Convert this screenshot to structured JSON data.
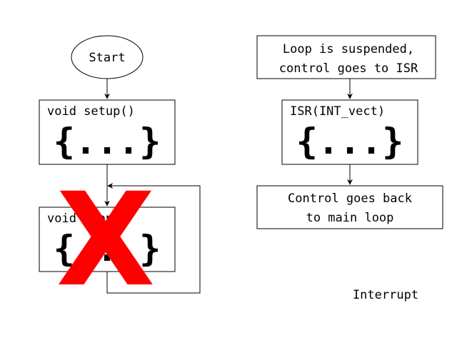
{
  "left": {
    "start_label": "Start",
    "setup_title": "void setup()",
    "setup_body": "{...}",
    "loop_title": "void loop()",
    "loop_body": "{...}",
    "cross_mark": "X"
  },
  "right": {
    "suspend_line1": "Loop is suspended,",
    "suspend_line2": "control goes to ISR",
    "isr_title": "ISR(INT_vect)",
    "isr_body": "{...}",
    "return_line1": "Control goes back",
    "return_line2": "to main loop"
  },
  "caption": "Interrupt",
  "colors": {
    "cross": "#ff0000",
    "stroke": "#000000"
  }
}
